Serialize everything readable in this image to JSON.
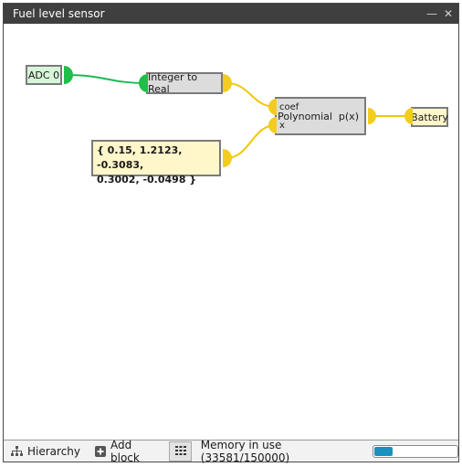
{
  "window": {
    "title": "Fuel level sensor"
  },
  "blocks": {
    "adc": {
      "label": "ADC 0"
    },
    "integer_to_real": {
      "label": "Integer to Real"
    },
    "polynomial": {
      "label": "Polynomial  p(x)",
      "port_coef": "coef",
      "port_x": "x"
    },
    "battery": {
      "label": "Battery"
    },
    "constant": {
      "value": "{ 0.15, 1.2123, -0.3083,\n0.3002, -0.0498 }"
    }
  },
  "colors": {
    "wire_green": "#1db954",
    "wire_yellow": "#f0c800",
    "port_green": "#1fbf4a",
    "port_yellow": "#f2cd1d"
  },
  "statusbar": {
    "hierarchy_label": "Hierarchy",
    "add_block_label": "Add block",
    "memory_label": "Memory in use (33581/150000)",
    "memory_fraction": 0.224
  }
}
